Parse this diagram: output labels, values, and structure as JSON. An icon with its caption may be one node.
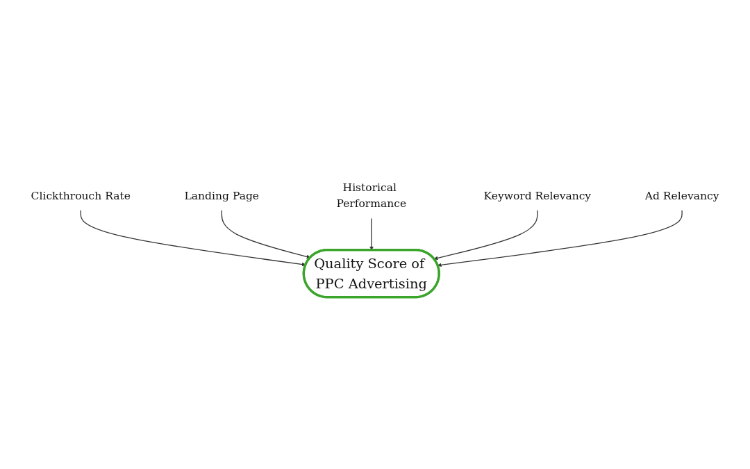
{
  "diagram": {
    "nodes": [
      {
        "text": [
          "Quality Score of PPC Advertising"
        ]
      },
      {
        "text": [
          "Clickthrouch Rate"
        ]
      },
      {
        "text": [
          "Landing Page"
        ]
      },
      {
        "text": [
          "Historical Performance"
        ]
      },
      {
        "text": [
          "Keyword Relevancy"
        ]
      },
      {
        "text": [
          "Ad Relevancy"
        ]
      }
    ],
    "edges": [
      {
        "from": 1,
        "to": 0,
        "arrow": "to"
      },
      {
        "from": 2,
        "to": 0,
        "arrow": "to"
      },
      {
        "from": 3,
        "to": 0,
        "arrow": "to"
      },
      {
        "from": 4,
        "to": 0,
        "arrow": "to"
      },
      {
        "from": 5,
        "to": 0,
        "arrow": "to"
      }
    ]
  }
}
